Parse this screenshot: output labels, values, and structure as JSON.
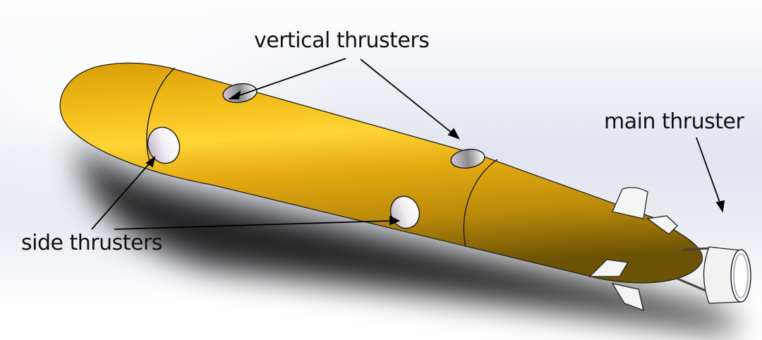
{
  "figure": {
    "subject": "underwater vehicle CAD model",
    "hull_color": "#e6a90f",
    "labels": {
      "vertical_thrusters": "vertical thrusters",
      "main_thruster": "main thruster",
      "side_thrusters": "side thrusters"
    }
  }
}
